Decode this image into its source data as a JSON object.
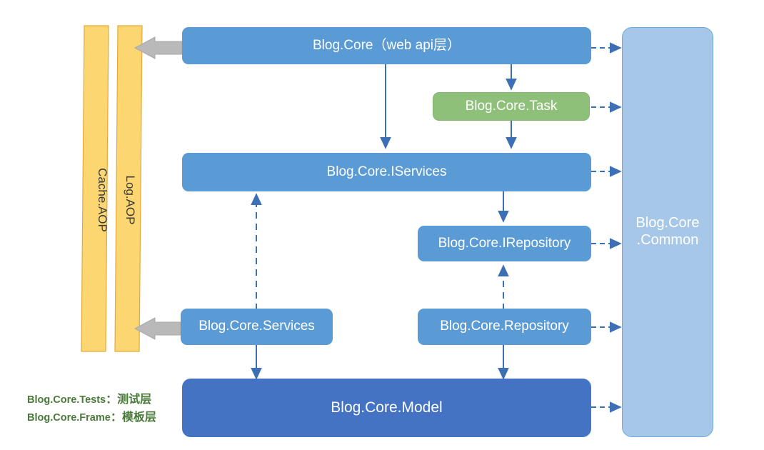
{
  "diagram": {
    "title": "Blog.Core architecture layering diagram",
    "colors": {
      "blue": "#5b9bd5",
      "green": "#8fc07a",
      "model_blue": "#4573c4",
      "common_blue": "#a6c7e8",
      "aop_yellow": "#fcd670",
      "arrow_blue": "#3d6fb4",
      "block_arrow_gray": "#b4b4b4",
      "legend_green": "#4a7a3a"
    },
    "boxes": [
      {
        "id": "core",
        "label": "Blog.Core（web api层）",
        "style": "blue"
      },
      {
        "id": "task",
        "label": "Blog.Core.Task",
        "style": "green"
      },
      {
        "id": "iservices",
        "label": "Blog.Core.IServices",
        "style": "blue"
      },
      {
        "id": "irepository",
        "label": "Blog.Core.IRepository",
        "style": "blue"
      },
      {
        "id": "services",
        "label": "Blog.Core.Services",
        "style": "blue"
      },
      {
        "id": "repository",
        "label": "Blog.Core.Repository",
        "style": "blue"
      },
      {
        "id": "model",
        "label": "Blog.Core.Model",
        "style": "model"
      }
    ],
    "common": {
      "line1": "Blog.Core",
      "line2": ".Common"
    },
    "aop_bars": [
      {
        "id": "cache-aop",
        "label": "Cache.AOP"
      },
      {
        "id": "log-aop",
        "label": "Log.AOP"
      }
    ],
    "legend": [
      {
        "name": "Blog.Core.Tests",
        "sep": "：",
        "value": "测试层"
      },
      {
        "name": "Blog.Core.Frame",
        "sep": "：",
        "value": "模板层"
      }
    ],
    "connections": [
      {
        "from": "core",
        "to": "iservices",
        "type": "solid-arrow-down"
      },
      {
        "from": "core",
        "to": "task",
        "type": "solid-arrow-down"
      },
      {
        "from": "task",
        "to": "iservices",
        "type": "solid-arrow-down"
      },
      {
        "from": "iservices",
        "to": "irepository",
        "type": "solid-arrow-down"
      },
      {
        "from": "services",
        "to": "iservices",
        "type": "dashed-arrow-up"
      },
      {
        "from": "repository",
        "to": "irepository",
        "type": "dashed-arrow-up"
      },
      {
        "from": "services",
        "to": "model",
        "type": "solid-arrow-down"
      },
      {
        "from": "repository",
        "to": "model",
        "type": "solid-arrow-down"
      },
      {
        "from": "core",
        "to": "common",
        "type": "dashed-arrow-right"
      },
      {
        "from": "task",
        "to": "common",
        "type": "dashed-arrow-right"
      },
      {
        "from": "iservices",
        "to": "common",
        "type": "dashed-arrow-right"
      },
      {
        "from": "irepository",
        "to": "common",
        "type": "dashed-arrow-right"
      },
      {
        "from": "repository",
        "to": "common",
        "type": "dashed-arrow-right"
      },
      {
        "from": "model",
        "to": "common",
        "type": "dashed-arrow-right"
      },
      {
        "from": "core",
        "to": "log-aop",
        "type": "block-arrow-left"
      },
      {
        "from": "services",
        "to": "log-aop",
        "type": "block-arrow-left"
      }
    ]
  }
}
